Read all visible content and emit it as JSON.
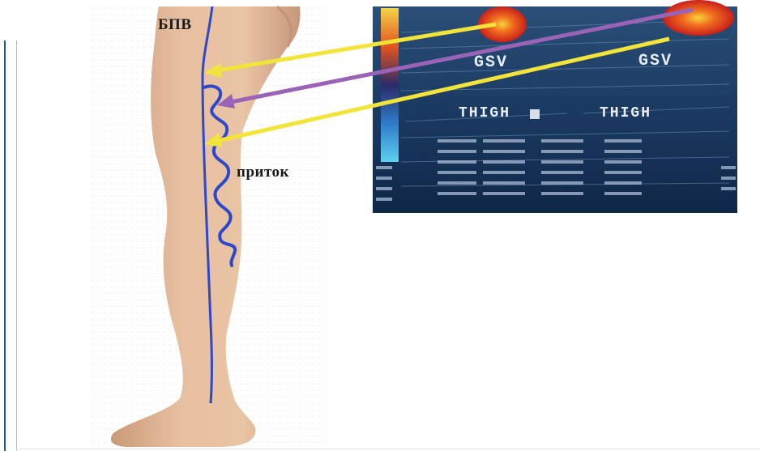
{
  "labels": {
    "gsv_ru": "БПВ",
    "tributary": "приток"
  },
  "ultrasound": {
    "left_vessel": "GSV",
    "right_vessel": "GSV",
    "left_region": "THIGH",
    "right_region": "THIGH"
  },
  "colors": {
    "vein": "#2d48c8",
    "arrow_yellow": "#f3e43a",
    "arrow_purple": "#9b63b8",
    "skin": "#e1b592",
    "ultrasound_bg": "#1b3358",
    "rule": "#1f57b0"
  }
}
